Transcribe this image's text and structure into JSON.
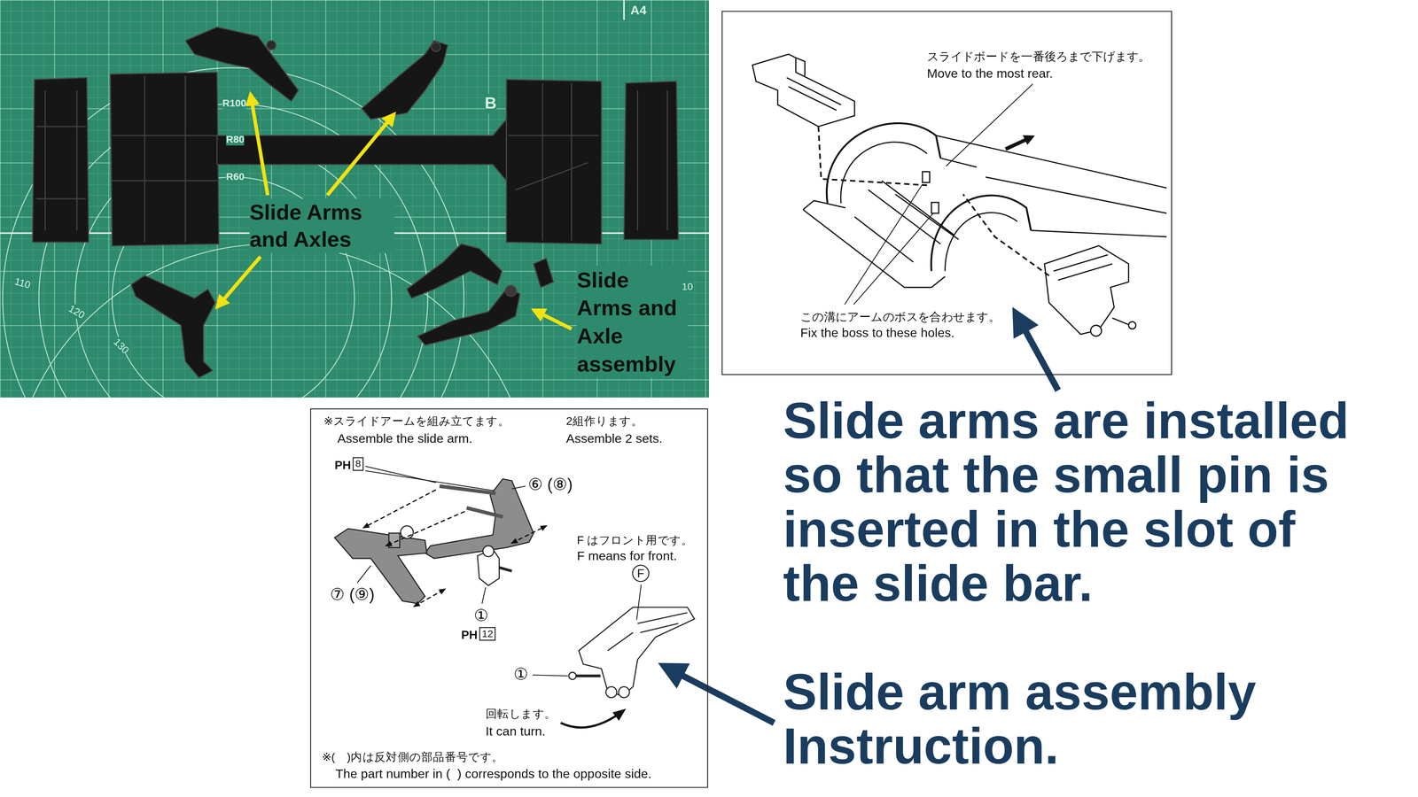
{
  "diagram": {
    "nodes": [
      {
        "text": [
          "Slide Arms and Axles",
          "Slide Arms and Axle assembly"
        ]
      },
      {
        "text": [
          "スライドボードを一番後ろまで下げます。",
          "Move to the most rear.",
          "この溝にアームのボスを合わせます。",
          "Fix the boss to these holes."
        ]
      },
      {
        "text": [
          "※スライドアームを組み立てます。",
          "Assemble the slide arm.",
          "2組作ります。",
          "Assemble 2 sets.",
          "F はフロント用です。",
          "F means for front.",
          "回転します。",
          "It can turn.",
          "※(　)内は反対側の部品番号です。",
          "The part number in (  ) corresponds to the opposite side."
        ]
      }
    ],
    "labels": [
      "A4",
      "R100",
      "R80",
      "R60",
      "B",
      "110",
      "120",
      "130",
      "10",
      "PH",
      "8",
      "⑥ (⑧)",
      "F",
      "⑦ (⑨)",
      "①",
      "PH",
      "12",
      "①",
      "Slide arms are installed so that the small pin is inserted in the slot of the slide bar.",
      "Slide arm assembly Instruction."
    ]
  }
}
